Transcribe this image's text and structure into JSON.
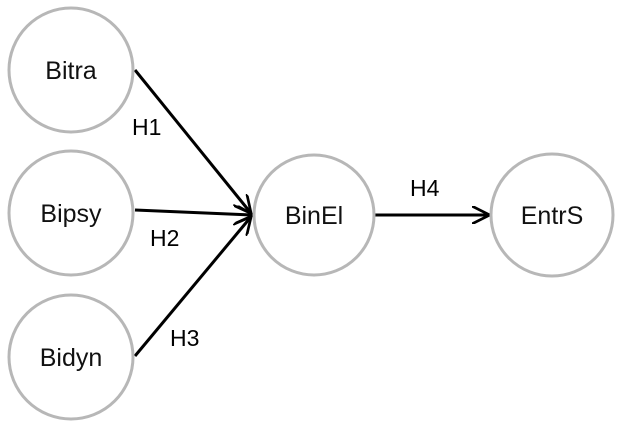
{
  "nodes": {
    "bitra": "Bitra",
    "bipsy": "Bipsy",
    "bidyn": "Bidyn",
    "binel": "BinEl",
    "entrs": "EntrS"
  },
  "edges": {
    "h1": "H1",
    "h2": "H2",
    "h3": "H3",
    "h4": "H4"
  },
  "colors": {
    "node_stroke": "#b7b7b7",
    "edge": "#000000",
    "background": "#ffffff"
  }
}
